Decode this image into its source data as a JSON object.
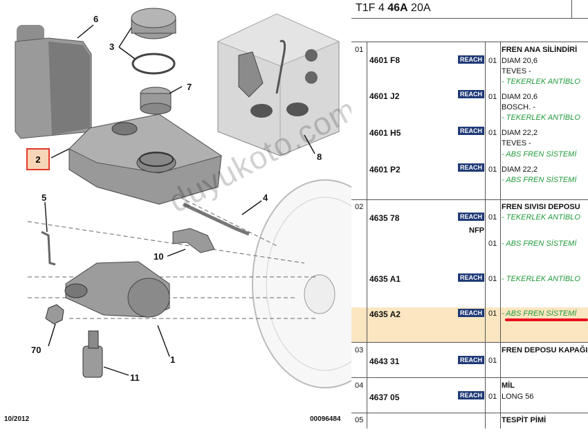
{
  "diagram": {
    "callouts": {
      "c6": "6",
      "c3": "3",
      "c7": "7",
      "c8": "8",
      "c2": "2",
      "c5": "5",
      "c4": "4",
      "c10": "10",
      "c70": "70",
      "c1": "1",
      "c11": "11"
    },
    "footer_left": "10/2012",
    "footer_right": "00096484",
    "watermark": "duyukoto.com"
  },
  "catalog": {
    "header_prefix": "T1F 4 ",
    "header_bold": "46A",
    "header_suffix": " 20A",
    "reach_label": "REACH",
    "groups": [
      {
        "num": "01",
        "title": "FREN ANA SİLİNDİRİ"
      },
      {
        "num": "02",
        "title": "FREN SIVISI DEPOSU"
      },
      {
        "num": "03",
        "title": "FREN DEPOSU KAPAĞI"
      },
      {
        "num": "04",
        "title": "MİL"
      },
      {
        "num": "05",
        "title": "TESPİT PİMİ"
      }
    ],
    "rows": [
      {
        "ref": "4601 F8",
        "qty": "01",
        "lines": [
          "DIAM 20,6",
          "TEVES -",
          "- TEKERLEK ANTİBLO"
        ]
      },
      {
        "ref": "4601 J2",
        "qty": "01",
        "lines": [
          "DIAM 20,6",
          "BOSCH. -",
          "- TEKERLEK ANTİBLO"
        ]
      },
      {
        "ref": "4601 H5",
        "qty": "01",
        "lines": [
          "DIAM 22,2",
          "TEVES -",
          "- ABS FREN SİSTEMİ"
        ]
      },
      {
        "ref": "4601 P2",
        "qty": "01",
        "lines": [
          "DIAM 22,2",
          "- ABS FREN SİSTEMİ"
        ]
      },
      {
        "ref": "4635 78",
        "qty": "01",
        "nfp": "NFP",
        "lines": [
          "- TEKERLEK ANTİBLO"
        ],
        "qty2": "01",
        "line2": "- ABS FREN SİSTEMİ"
      },
      {
        "ref": "4635 A1",
        "qty": "01",
        "lines": [
          "- TEKERLEK ANTİBLO"
        ]
      },
      {
        "ref": "4635 A2",
        "qty": "01",
        "lines": [
          "- ABS FREN SİSTEMİ"
        ]
      },
      {
        "ref": "4643 31",
        "qty": "01",
        "lines": []
      },
      {
        "ref": "4637 05",
        "qty": "01",
        "lines": [
          "LONG 56"
        ]
      }
    ]
  },
  "colors": {
    "reach_bg": "#1f3a77",
    "highlight": "#fbe6c2",
    "accent_red": "#e8101b",
    "green_text": "#1f9a3a"
  }
}
